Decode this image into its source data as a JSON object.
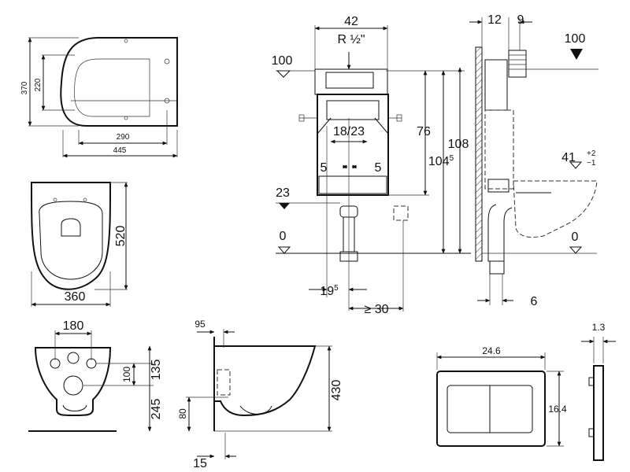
{
  "seat": {
    "length": "445",
    "depth": "370",
    "hinge_width": "290",
    "hinge_depth": "220"
  },
  "bowl_top": {
    "width": "360",
    "projection": "520"
  },
  "bowl_front": {
    "fixing_spacing": "180",
    "upper_fix_height": "135",
    "lower_fix_height": "100",
    "outlet_height": "245"
  },
  "bowl_side": {
    "top_offset": "95",
    "height": "430",
    "outlet_height": "80",
    "outlet_offset": "15"
  },
  "frame_front": {
    "width": "42",
    "supply_thread": "R ½\"",
    "level_top": "100",
    "pipe_spacing": "18/23",
    "offset_left": "5",
    "offset_right": "5",
    "height_76": "76",
    "height_104": "104",
    "height_104_sup": "5",
    "height_108": "108",
    "level_23": "23",
    "level_0": "0",
    "offset_19": "19",
    "offset_19_sup": "5",
    "min_30": "≥ 30"
  },
  "frame_side": {
    "depth_12": "12",
    "depth_9": "9",
    "level_top": "100",
    "seat_height": "41",
    "tol_plus": "+2",
    "tol_minus": "−1",
    "level_0": "0",
    "offset_6": "6"
  },
  "plate": {
    "width": "24.6",
    "height": "16.4",
    "thickness": "1.3"
  }
}
